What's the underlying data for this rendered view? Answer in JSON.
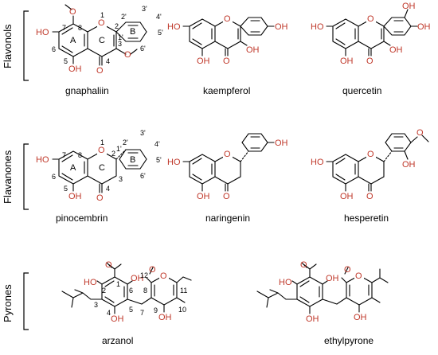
{
  "groups": [
    {
      "label": "Flavonols"
    },
    {
      "label": "Flavanones"
    },
    {
      "label": "Pyrones"
    }
  ],
  "compounds": {
    "gnaphaliin": {
      "name": "gnaphaliin"
    },
    "kaempferol": {
      "name": "kaempferol"
    },
    "quercetin": {
      "name": "quercetin"
    },
    "pinocembrin": {
      "name": "pinocembrin"
    },
    "naringenin": {
      "name": "naringenin"
    },
    "hesperetin": {
      "name": "hesperetin"
    },
    "arzanol": {
      "name": "arzanol"
    },
    "ethylpyrone": {
      "name": "ethylpyrone"
    }
  },
  "atoms": {
    "oh": "OH",
    "ho": "HO",
    "o": "O"
  },
  "ring_labels": {
    "a": "A",
    "b": "B",
    "c": "C"
  },
  "numbering": {
    "n1": "1",
    "n2": "2",
    "n3": "3",
    "n4": "4",
    "n5": "5",
    "n6": "6",
    "n7": "7",
    "n8": "8",
    "n9": "9",
    "n10": "10",
    "n11": "11",
    "n12": "12",
    "n1p": "1'",
    "n2p": "2'",
    "n3p": "3'",
    "n4p": "4'",
    "n5p": "5'",
    "n6p": "6'"
  },
  "colors": {
    "heteroatom": "#c0392b",
    "bond": "#000000",
    "background": "#ffffff"
  }
}
